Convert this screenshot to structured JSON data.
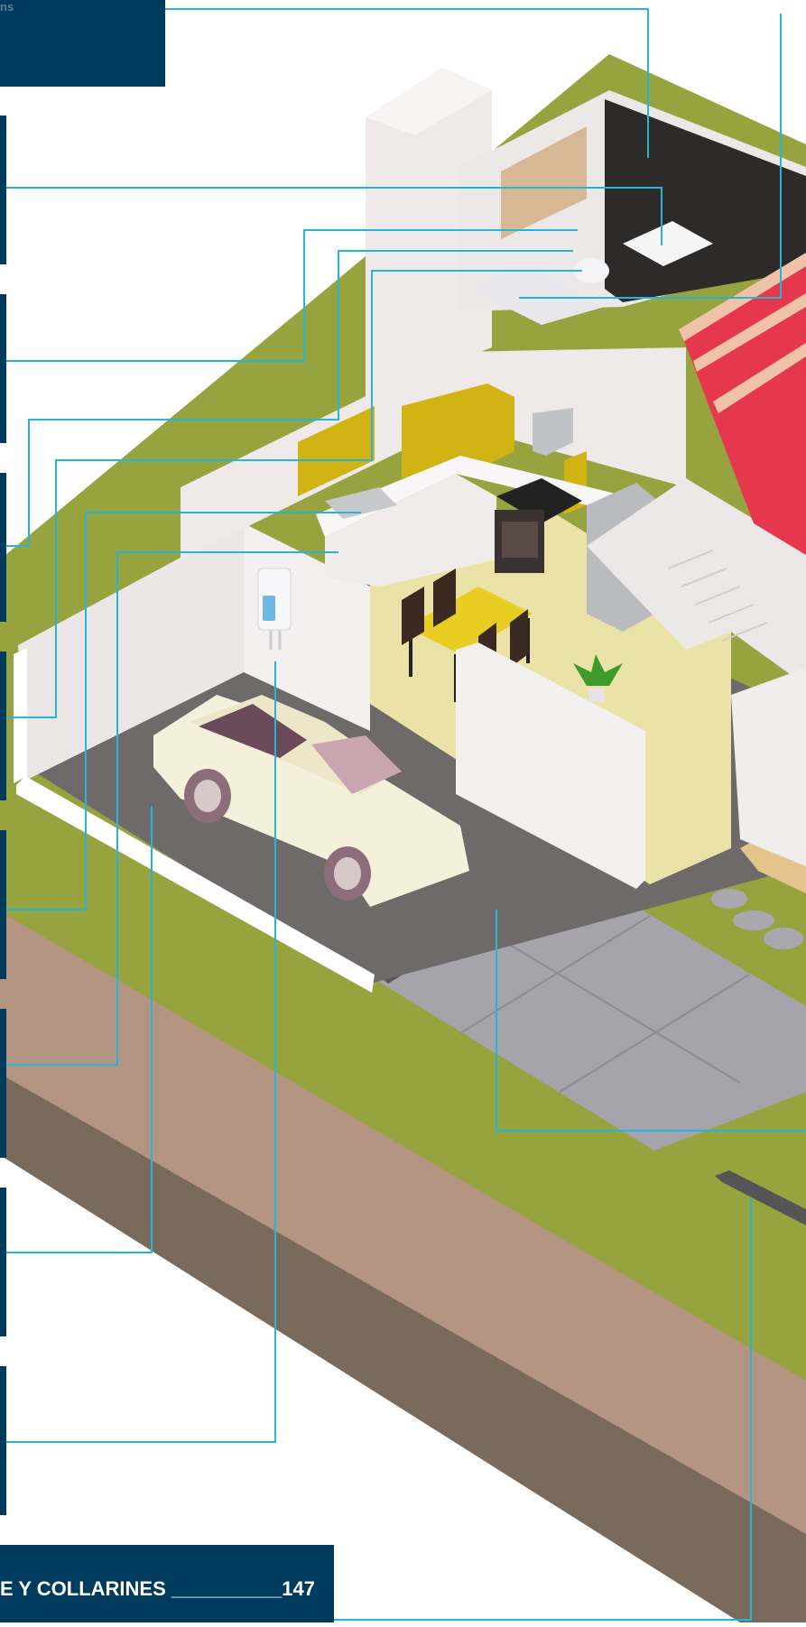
{
  "header": {
    "label": "ns"
  },
  "footer": {
    "text": "E Y COLLARINES __________147"
  },
  "colors": {
    "navy": "#003a5d",
    "leader_line": "#27b4d9",
    "grass": "#96a33f",
    "soil": "#b39582",
    "soil_dark": "#7a6a5c",
    "roof_red": "#e5384f",
    "kitchen_yellow": "#d2b314",
    "floor_tile": "#ebe2a8",
    "garage_floor": "#6e6a6a",
    "driveway": "#a6a4ab"
  },
  "illustration": {
    "subject": "isometric-house-cutaway",
    "rooms": [
      "bathroom",
      "kitchen",
      "dining-area",
      "garage",
      "staircase",
      "chimney",
      "roof"
    ]
  },
  "icons": [
    "house-illustration",
    "car-icon",
    "water-heater-icon",
    "plant-icon",
    "drain-grate-icon"
  ]
}
